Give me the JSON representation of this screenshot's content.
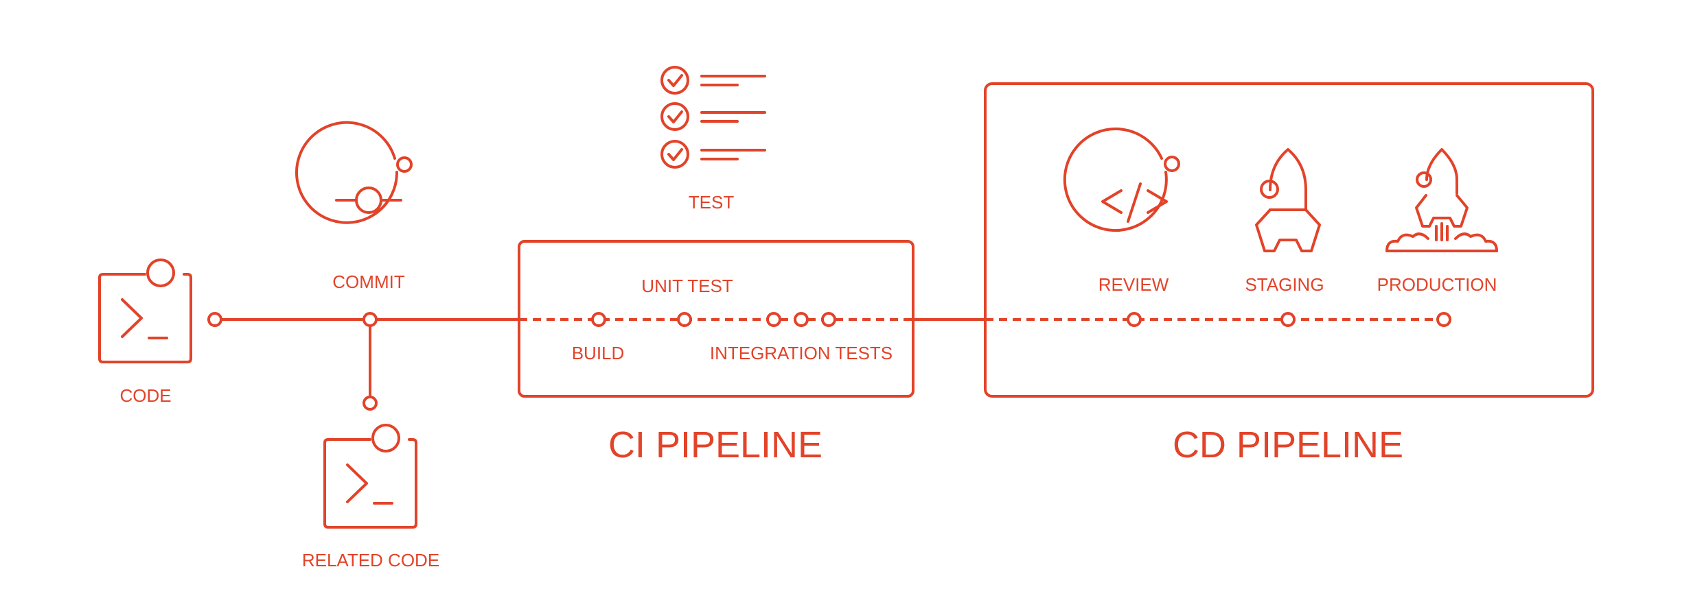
{
  "colors": {
    "accent": "#e24329",
    "background": "#ffffff"
  },
  "labels": {
    "code": "CODE",
    "commit": "COMMIT",
    "related_code": "RELATED CODE",
    "test": "TEST",
    "unit_test": "UNIT TEST",
    "build": "BUILD",
    "integration_tests": "INTEGRATION TESTS",
    "review": "REVIEW",
    "staging": "STAGING",
    "production": "PRODUCTION"
  },
  "titles": {
    "ci_pipeline": "CI PIPELINE",
    "cd_pipeline": "CD PIPELINE"
  },
  "icons": {
    "code": "terminal-icon",
    "commit": "commit-icon",
    "related_code": "terminal-icon",
    "test": "checklist-icon",
    "review": "code-review-icon",
    "staging": "rocket-icon",
    "production": "rocket-launch-icon"
  }
}
